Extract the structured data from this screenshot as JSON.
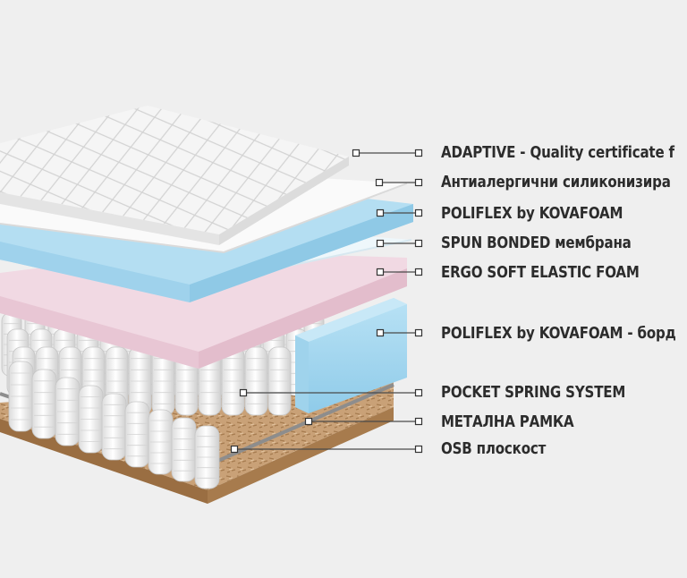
{
  "layers": [
    {
      "id": "adaptive",
      "label": "ADAPTIVE - Quality certificate f",
      "icon": "square-marker-icon"
    },
    {
      "id": "antiallergic",
      "label": "Антиалергични силиконизира",
      "icon": "square-marker-icon"
    },
    {
      "id": "poliflex-1",
      "label": "POLIFLEX by KOVAFOAM",
      "icon": "square-marker-icon"
    },
    {
      "id": "spun-bonded",
      "label": "SPUN BONDED мембрана",
      "icon": "square-marker-icon"
    },
    {
      "id": "ergo-soft",
      "label": "ERGO SOFT ELASTIC FOAM",
      "icon": "square-marker-icon"
    },
    {
      "id": "poliflex-border",
      "label": "POLIFLEX by KOVAFOAM - борд",
      "icon": "square-marker-icon"
    },
    {
      "id": "pocket-spring",
      "label": "POCKET SPRING SYSTEM",
      "icon": "square-marker-icon"
    },
    {
      "id": "metal-frame",
      "label": "МЕТАЛНА РАМКА",
      "icon": "square-marker-icon"
    },
    {
      "id": "osb",
      "label": "OSB плоскост",
      "icon": "square-marker-icon"
    }
  ],
  "colors": {
    "background": "#efefef",
    "label_text": "#2c2c2c",
    "leader_line": "#4a4a4a",
    "quilted_top": "#f4f4f4",
    "foam_blue": "#a9d8ef",
    "membrane": "#eef7fb",
    "foam_pink": "#f1d9e3",
    "spring": "#f5f5f5",
    "osb": "#c9a177"
  }
}
